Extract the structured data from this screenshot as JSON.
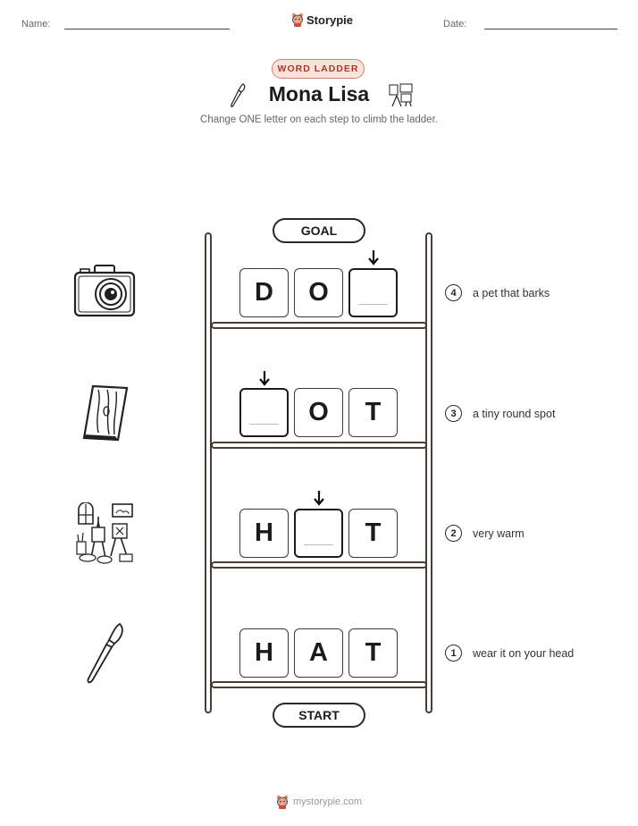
{
  "header": {
    "name_label": "Name:",
    "date_label": "Date:",
    "brand": "Storypie"
  },
  "badge": "WORD LADDER",
  "title": "Mona Lisa",
  "subtitle": "Change ONE letter on each step to climb the ladder.",
  "goal_label": "GOAL",
  "start_label": "START",
  "steps": [
    {
      "number": "4",
      "clue": "a pet that barks",
      "letters": [
        "D",
        "O",
        ""
      ],
      "icon": "camera-icon"
    },
    {
      "number": "3",
      "clue": "a tiny round spot",
      "letters": [
        "",
        "O",
        "T"
      ],
      "icon": "wood-plank-icon"
    },
    {
      "number": "2",
      "clue": "very warm",
      "letters": [
        "H",
        "",
        "T"
      ],
      "icon": "art-studio-icon"
    },
    {
      "number": "1",
      "clue": "wear it on your head",
      "letters": [
        "H",
        "A",
        "T"
      ],
      "icon": "paintbrush-icon"
    }
  ],
  "footer": "mystorypie.com"
}
